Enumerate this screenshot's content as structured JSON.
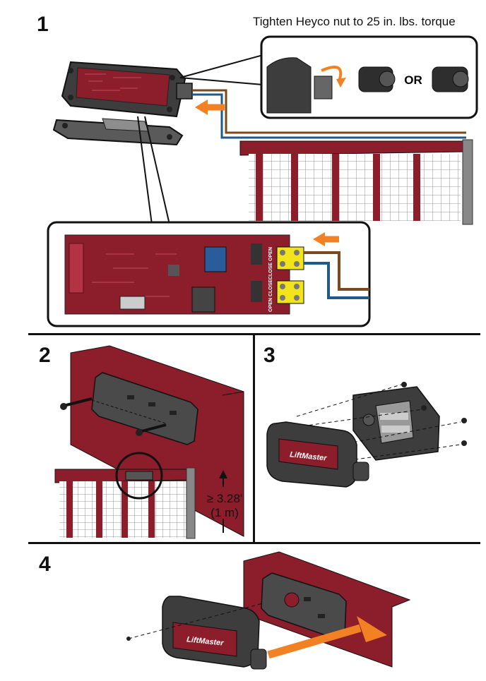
{
  "steps": [
    {
      "number": "1",
      "instruction": "Tighten Heyco nut to 25 in. lbs. torque"
    },
    {
      "number": "2"
    },
    {
      "number": "3"
    },
    {
      "number": "4"
    }
  ],
  "fitting_options_separator": "OR",
  "board_labels": {
    "open_top": "OPEN",
    "close_top": "CLOSE",
    "close_bottom": "CLOSE",
    "open_bottom": "OPEN"
  },
  "mounting_height": {
    "line1": "≥ 3.28'",
    "line2": "(1 m)"
  },
  "brand_label": "LiftMaster",
  "colors": {
    "gate_red": "#8c1d2a",
    "arrow_orange": "#f28123",
    "wire_brown": "#7a4a1f",
    "wire_blue": "#1f5a8a",
    "housing_gray": "#3d3d3d"
  }
}
